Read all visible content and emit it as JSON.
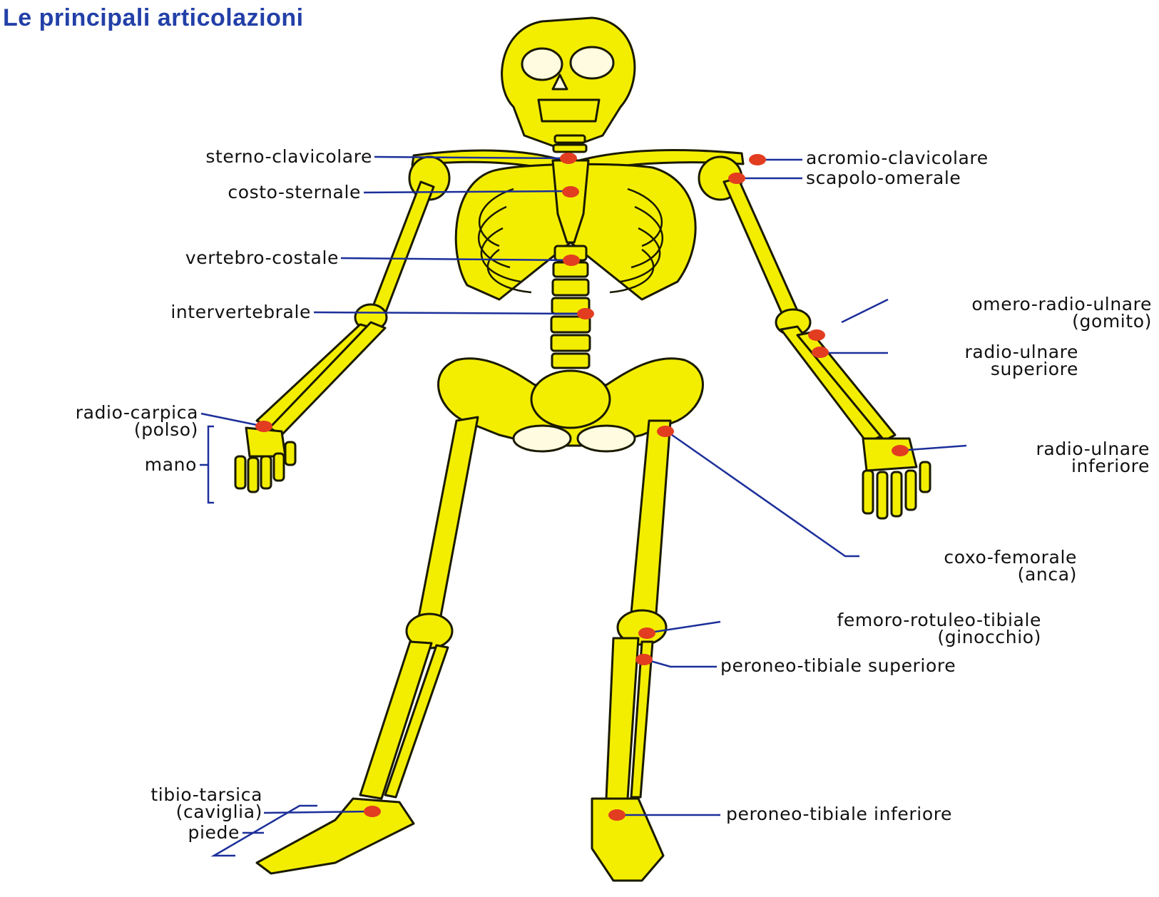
{
  "title": "Le principali articolazioni",
  "colors": {
    "bone": "#f3ee00",
    "outline": "#1a1a00",
    "leader": "#1c2f9a",
    "joint": "#e23d20",
    "title": "#2340a8"
  },
  "labels": {
    "sterno_clavicolare": "sterno-clavicolare",
    "costo_sternale": "costo-sternale",
    "vertebro_costale": "vertebro-costale",
    "intervertebrale": "intervertebrale",
    "radio_carpica": "radio-carpica",
    "polso": "(polso)",
    "mano": "mano",
    "tibio_tarsica": "tibio-tarsica",
    "caviglia": "(caviglia)",
    "piede": "piede",
    "acromio_clavicolare": "acromio-clavicolare",
    "scapolo_omerale": "scapolo-omerale",
    "omero_radio_ulnare": "omero-radio-ulnare",
    "gomito": "(gomito)",
    "radio_ulnare_sup_1": "radio-ulnare",
    "radio_ulnare_sup_2": "superiore",
    "radio_ulnare_inf_1": "radio-ulnare",
    "radio_ulnare_inf_2": "inferiore",
    "coxo_femorale": "coxo-femorale",
    "anca": "(anca)",
    "femoro_rotuleo_tibiale": "femoro-rotuleo-tibiale",
    "ginocchio": "(ginocchio)",
    "peroneo_tibiale_superiore": "peroneo-tibiale superiore",
    "peroneo_tibiale_inferiore": "peroneo-tibiale inferiore"
  }
}
